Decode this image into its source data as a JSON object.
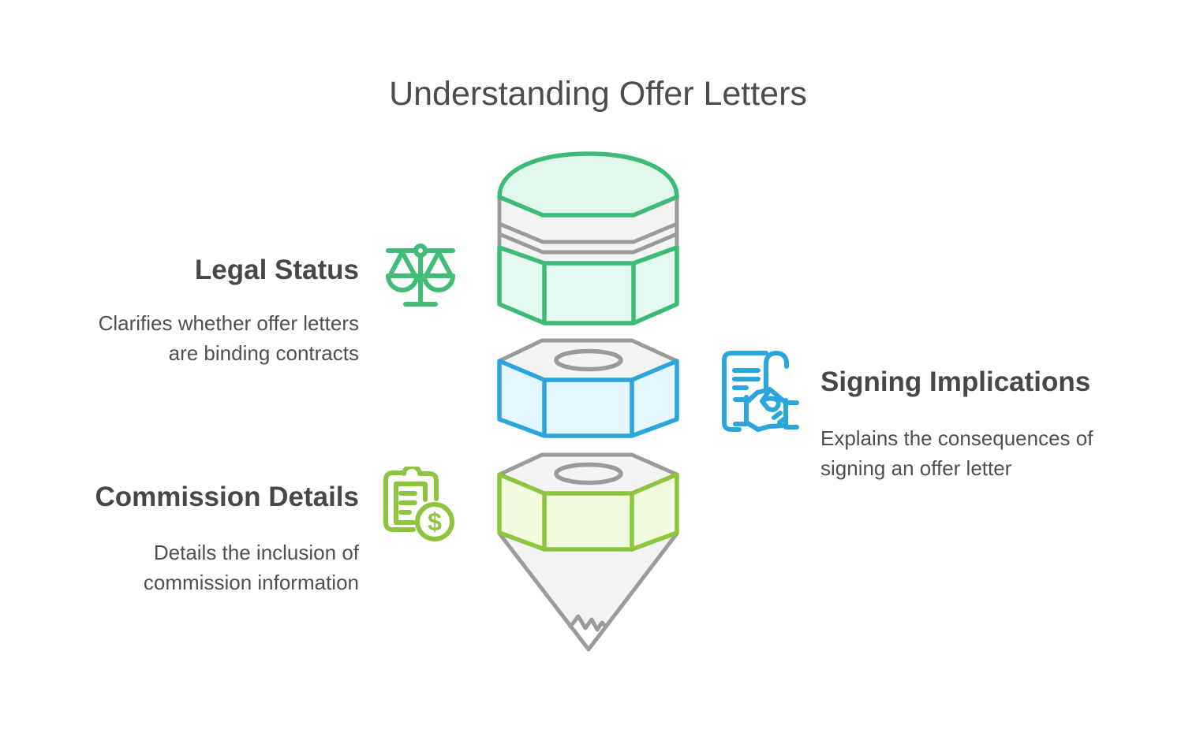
{
  "title": "Understanding Offer Letters",
  "background": "#FFFFFF",
  "text_color": "#4C4C4C",
  "sections": [
    {
      "id": "legal-status",
      "heading": "Legal Status",
      "description": "Clarifies whether offer letters\nare binding contracts",
      "icon": "balance-scale-icon",
      "accent": "#3DBB76",
      "side": "left"
    },
    {
      "id": "signing-implications",
      "heading": "Signing Implications",
      "description": "Explains the consequences of\nsigning an offer letter",
      "icon": "contract-handshake-icon",
      "accent": "#2AA6DD",
      "side": "right"
    },
    {
      "id": "commission-details",
      "heading": "Commission Details",
      "description": "Details the inclusion of\ncommission information",
      "icon": "clipboard-dollar-icon",
      "accent": "#8CC63F",
      "side": "left"
    }
  ],
  "illustration": {
    "name": "pencil-stack",
    "segments": [
      "eraser-cap",
      "ferrule-band",
      "upper-body-green",
      "middle-nut-blue",
      "lower-nut-lime",
      "tip-cone"
    ],
    "colors": {
      "green_stroke": "#3DBB76",
      "blue_stroke": "#2AA6DD",
      "lime_stroke": "#8CC63F",
      "gray_stroke": "#9B9B9B",
      "green_fill": "#E4F9EF",
      "mint_fill": "#DFF8EB",
      "blue_fill": "#E6F6FE",
      "lime_fill": "#F1FBDE",
      "gray_fill": "#F3F3F3"
    }
  }
}
